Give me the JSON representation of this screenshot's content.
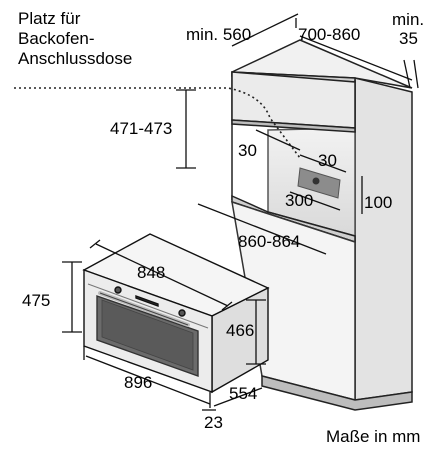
{
  "diagram": {
    "socket_note_lines": [
      "Platz für",
      "Backofen-",
      "Anschlussdose"
    ],
    "dims": {
      "min_depth_label": "min. 560",
      "niche_width_range": "700-860",
      "min_gap_top_right": "min.",
      "min_gap_value": "35",
      "niche_height": "471-473",
      "socket_offset_left": "30",
      "socket_offset_top": "30",
      "socket_width": "300",
      "socket_height": "100",
      "niche_width": "860-864",
      "oven_front_width": "848",
      "oven_total_width": "896",
      "oven_front_height": "475",
      "oven_body_height": "466",
      "oven_depth": "554",
      "front_protrusion": "23"
    },
    "units_caption": "Maße in mm"
  }
}
